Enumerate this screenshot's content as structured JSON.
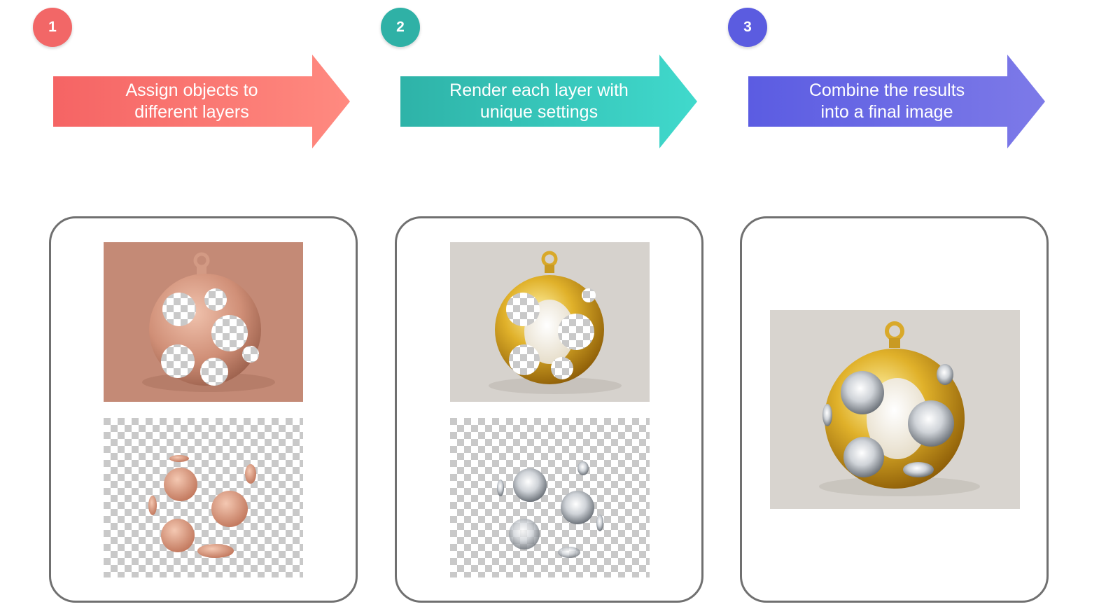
{
  "steps": [
    {
      "number": "1",
      "line1": "Assign objects to",
      "line2": "different layers",
      "color_start": "#f56464",
      "color_end": "#ff8a80"
    },
    {
      "number": "2",
      "line1": "Render each layer with",
      "line2": "unique settings",
      "color_start": "#2eb3a8",
      "color_end": "#40d9cc"
    },
    {
      "number": "3",
      "line1": "Combine the results",
      "line2": "into a final image",
      "color_start": "#5b5ce2",
      "color_end": "#7d7ae8"
    }
  ],
  "panels": [
    {
      "images": [
        {
          "icon": "clay-pendant-render-icon",
          "background": "#c48a76"
        },
        {
          "icon": "clay-gem-layer-icon",
          "background": "checkerboard"
        }
      ]
    },
    {
      "images": [
        {
          "icon": "gold-pendant-render-icon",
          "background": "#d6d2cd"
        },
        {
          "icon": "diamond-layer-icon",
          "background": "checkerboard"
        }
      ]
    },
    {
      "images": [
        {
          "icon": "final-composite-pendant-icon",
          "background": "#d8d4cf"
        }
      ]
    }
  ]
}
